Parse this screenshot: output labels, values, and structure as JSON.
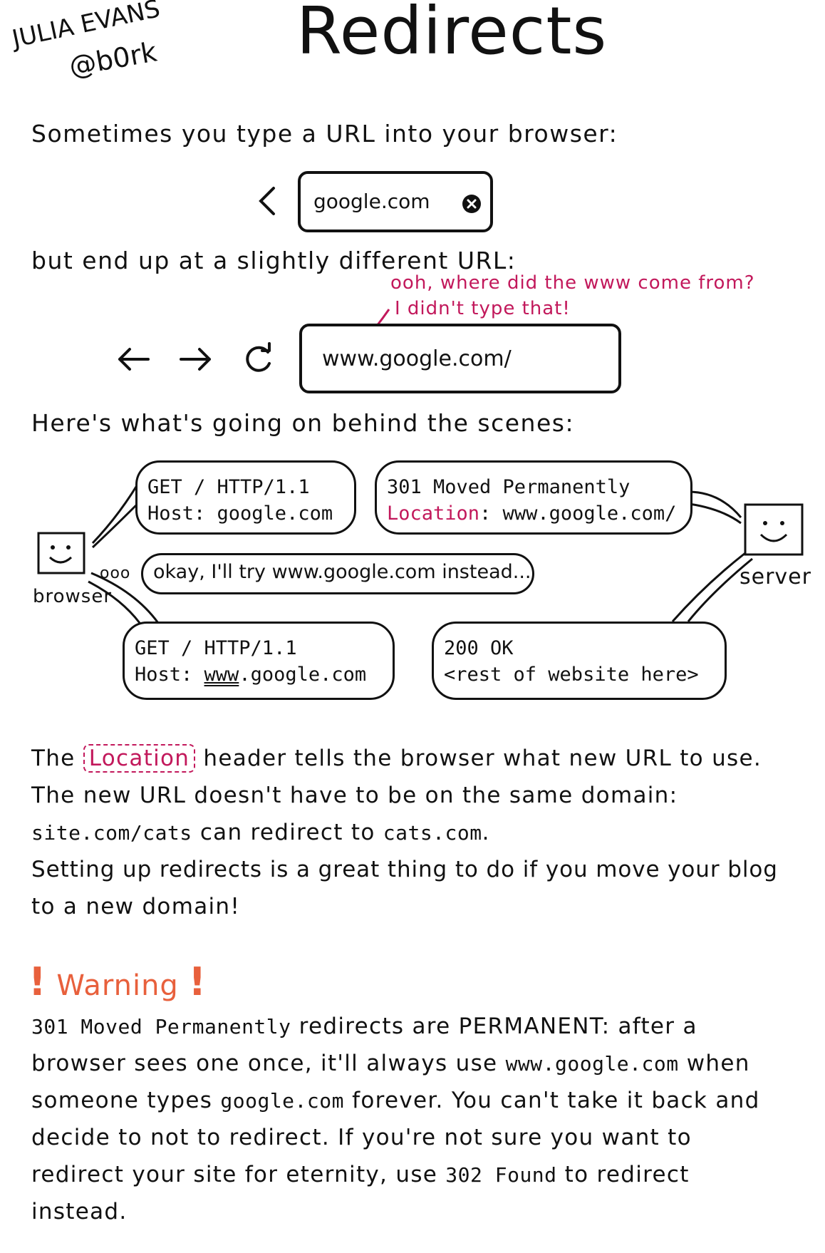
{
  "author": {
    "name": "JULIA EVANS",
    "handle": "@b0rk"
  },
  "title": "Redirects",
  "intro_1": "Sometimes you type a URL into your browser:",
  "url_before": "google.com",
  "intro_2": "but end up at a slightly different URL:",
  "annotation": {
    "line1": "ooh, where did the www come from?",
    "line2": "I didn't type that!"
  },
  "url_after": "www.google.com/",
  "scenes_heading": "Here's what's going on behind the scenes:",
  "diagram": {
    "browser_label": "browser",
    "server_label": "server",
    "request1": {
      "line1": "GET / HTTP/1.1",
      "line2": "Host: google.com"
    },
    "response1": {
      "line1": "301 Moved Permanently",
      "header_name": "Location",
      "header_rest": ": www.google.com/"
    },
    "thought_dots": "ooo",
    "thought": "okay, I'll try www.google.com instead...",
    "request2": {
      "line1": "GET / HTTP/1.1",
      "host_prefix": "Host: ",
      "host_www": "www",
      "host_rest": ".google.com"
    },
    "response2": {
      "line1": "200 OK",
      "line2": "<rest of website here>"
    }
  },
  "explain": {
    "p1_start": "The",
    "p1_tag": "Location",
    "p1_end": "header tells the browser what new URL to use.",
    "p2": "The new URL doesn't have to be on the same domain:",
    "p3_code1": "site.com/cats",
    "p3_mid": "can redirect to",
    "p3_code2": "cats.com",
    "p3_end": ".",
    "p4": "Setting up redirects is a great thing to do if you move your blog",
    "p5": "to a new domain!"
  },
  "warning": {
    "title": "Warning",
    "l1_code": "301 Moved Permanently",
    "l1_text": "redirects are PERMANENT: after a",
    "l2_text": "browser sees one once, it'll always use",
    "l2_code": "www.google.com",
    "l2_end": "when",
    "l3_start": "someone types",
    "l3_code": "google.com",
    "l3_end": "forever. You can't take it back and",
    "l4": "decide to not to redirect. If you're not sure you want to",
    "l5_start": "redirect your site for eternity, use",
    "l5_code": "302 Found",
    "l5_end": "to redirect",
    "l6": "instead."
  },
  "colors": {
    "ink": "#111111",
    "accent_pink": "#c2185b",
    "warning_orange": "#e8603c"
  }
}
